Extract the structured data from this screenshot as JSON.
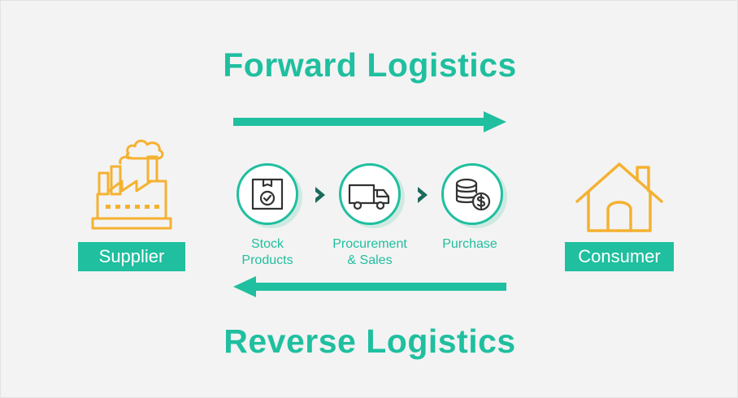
{
  "titles": {
    "forward": "Forward Logistics",
    "reverse": "Reverse Logistics"
  },
  "actors": {
    "supplier": "Supplier",
    "consumer": "Consumer"
  },
  "steps": [
    {
      "label_line1": "Stock",
      "label_line2": "Products",
      "icon": "checked-box-icon"
    },
    {
      "label_line1": "Procurement",
      "label_line2": "& Sales",
      "icon": "delivery-truck-icon"
    },
    {
      "label_line1": "Purchase",
      "label_line2": "",
      "icon": "coins-dollar-icon"
    }
  ],
  "colors": {
    "accent": "#1fbf9f",
    "icon_orange": "#f5b130",
    "background": "#f3f3f3"
  }
}
